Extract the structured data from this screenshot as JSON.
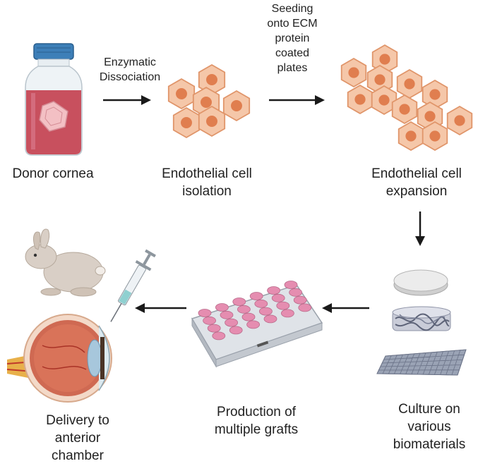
{
  "steps": {
    "donor": {
      "label": [
        "Donor cornea"
      ]
    },
    "isolation": {
      "label": [
        "Endothelial cell",
        "isolation"
      ]
    },
    "expansion": {
      "label": [
        "Endothelial cell",
        "expansion"
      ]
    },
    "culture": {
      "label": [
        "Culture on",
        "various",
        "biomaterials"
      ]
    },
    "production": {
      "label": [
        "Production of",
        "multiple grafts"
      ]
    },
    "delivery": {
      "label": [
        "Delivery to",
        "anterior",
        "chamber"
      ]
    }
  },
  "arrows": {
    "enzymatic": {
      "label": [
        "Enzymatic",
        "Dissociation"
      ]
    },
    "seeding": {
      "label": [
        "Seeding",
        "onto ECM",
        "protein",
        "coated",
        "plates"
      ]
    }
  },
  "colors": {
    "cell_fill": "#F5C7A9",
    "cell_stroke": "#E0956A",
    "nucleus": "#E07E4F",
    "arrow": "#1a1a1a",
    "well": "#E58DB0",
    "bottle_liquid": "#C8505E",
    "cap": "#3D7FB8"
  }
}
